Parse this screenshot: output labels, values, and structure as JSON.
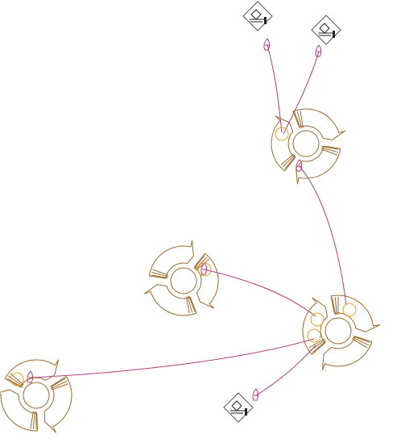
{
  "diagram": {
    "background": "#ffffff",
    "colors": {
      "wheel": "#9a6a2a",
      "port": "#e8a020",
      "link": "#b33a7e",
      "sink": "#555555"
    },
    "node_types": {
      "wheel": "circular-arrow-wheel-icon",
      "sink": "diamond-sink-icon"
    },
    "wheels": [
      {
        "id": "wheel-top-right"
      },
      {
        "id": "wheel-middle-left"
      },
      {
        "id": "wheel-hub-right"
      },
      {
        "id": "wheel-bottom-left"
      }
    ],
    "sinks": [
      {
        "id": "sink-top-left"
      },
      {
        "id": "sink-top-right"
      },
      {
        "id": "sink-bottom"
      }
    ],
    "links": [
      {
        "from": "wheel-top-right",
        "to": "sink-top-left"
      },
      {
        "from": "wheel-top-right",
        "to": "sink-top-right"
      },
      {
        "from": "wheel-hub-right",
        "to": "wheel-top-right"
      },
      {
        "from": "wheel-hub-right",
        "to": "wheel-middle-left"
      },
      {
        "from": "wheel-hub-right",
        "to": "wheel-bottom-left"
      },
      {
        "from": "wheel-hub-right",
        "to": "sink-bottom"
      }
    ]
  }
}
